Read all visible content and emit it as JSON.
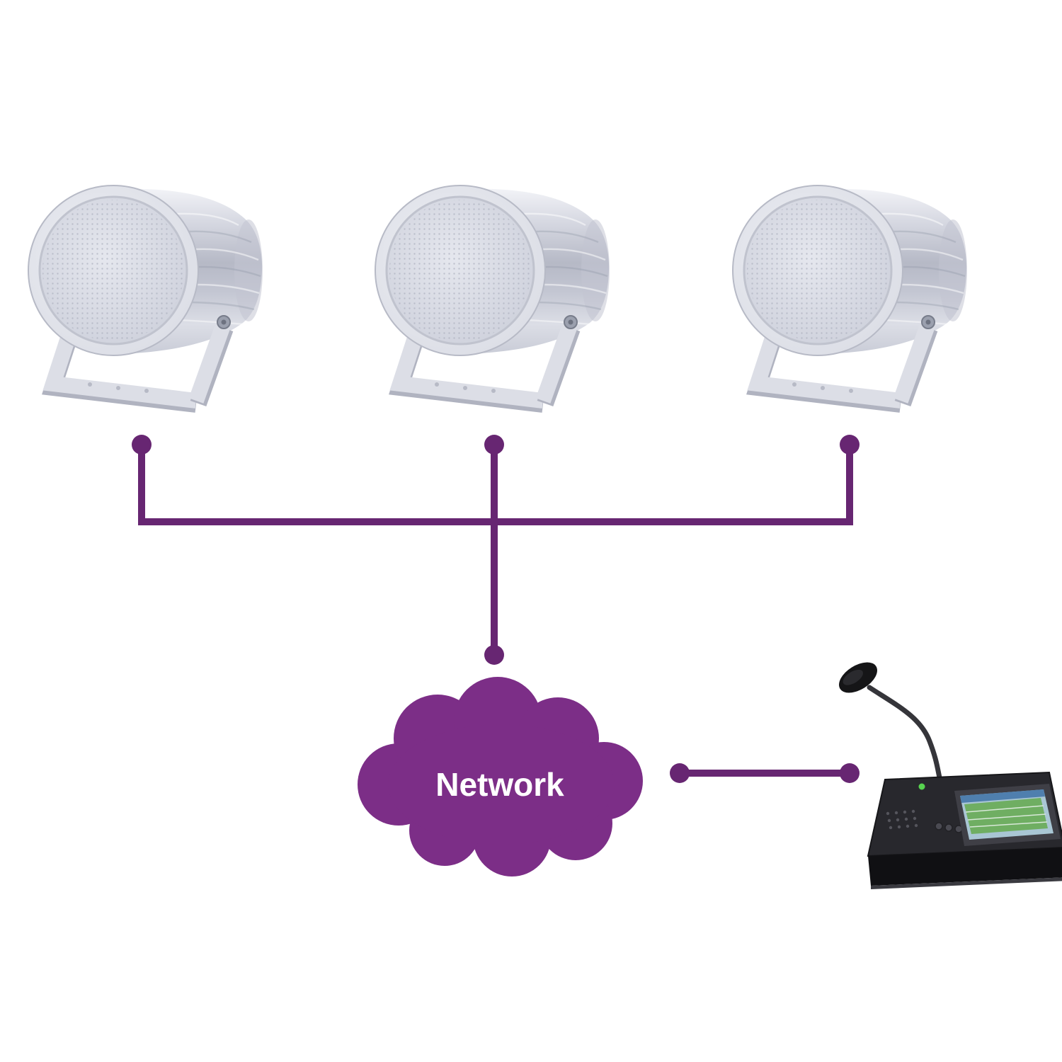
{
  "diagram": {
    "network_label": "Network",
    "colors": {
      "connector": "#672672",
      "cloud": "#7C2E87"
    },
    "nodes": {
      "speakers": [
        {
          "name": "projection-speaker-1"
        },
        {
          "name": "projection-speaker-2"
        },
        {
          "name": "projection-speaker-3"
        }
      ],
      "console": {
        "name": "paging-microphone-console"
      }
    }
  }
}
